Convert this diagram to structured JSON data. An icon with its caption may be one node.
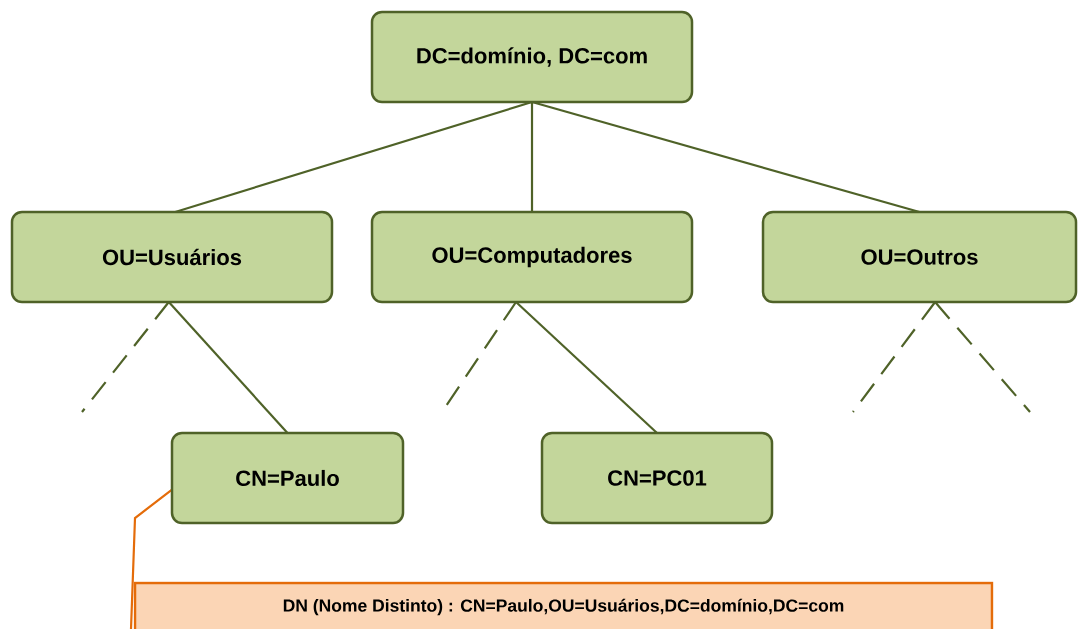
{
  "diagram": {
    "nodes": [
      {
        "text": [
          "DC=domínio, DC=com"
        ]
      },
      {
        "text": [
          "OU=Usuários"
        ]
      },
      {
        "text": [
          "OU=Computadores"
        ]
      },
      {
        "text": [
          "OU=Outros"
        ]
      },
      {
        "text": [
          "CN=Paulo"
        ]
      },
      {
        "text": [
          "CN=PC01"
        ]
      },
      {
        "text": [
          "DN (Nome Distinto) : CN=Paulo,OU=Usuários,DC=domínio,DC=com"
        ]
      }
    ],
    "edges": [
      {
        "from": 0,
        "to": 1,
        "arrow": "none"
      },
      {
        "from": 0,
        "to": 2,
        "arrow": "none"
      },
      {
        "from": 0,
        "to": 3,
        "arrow": "none"
      },
      {
        "from": 1,
        "to": 4,
        "arrow": "none"
      },
      {
        "from": 1,
        "to": null,
        "arrow": "none",
        "style": "dashed"
      },
      {
        "from": 2,
        "to": 5,
        "arrow": "none"
      },
      {
        "from": 2,
        "to": null,
        "arrow": "none",
        "style": "dashed"
      },
      {
        "from": 3,
        "to": null,
        "arrow": "none",
        "style": "dashed"
      },
      {
        "from": 3,
        "to": null,
        "arrow": "none",
        "style": "dashed"
      },
      {
        "from": 4,
        "to": 6,
        "arrow": "none",
        "color": "#e46c0a"
      }
    ]
  }
}
